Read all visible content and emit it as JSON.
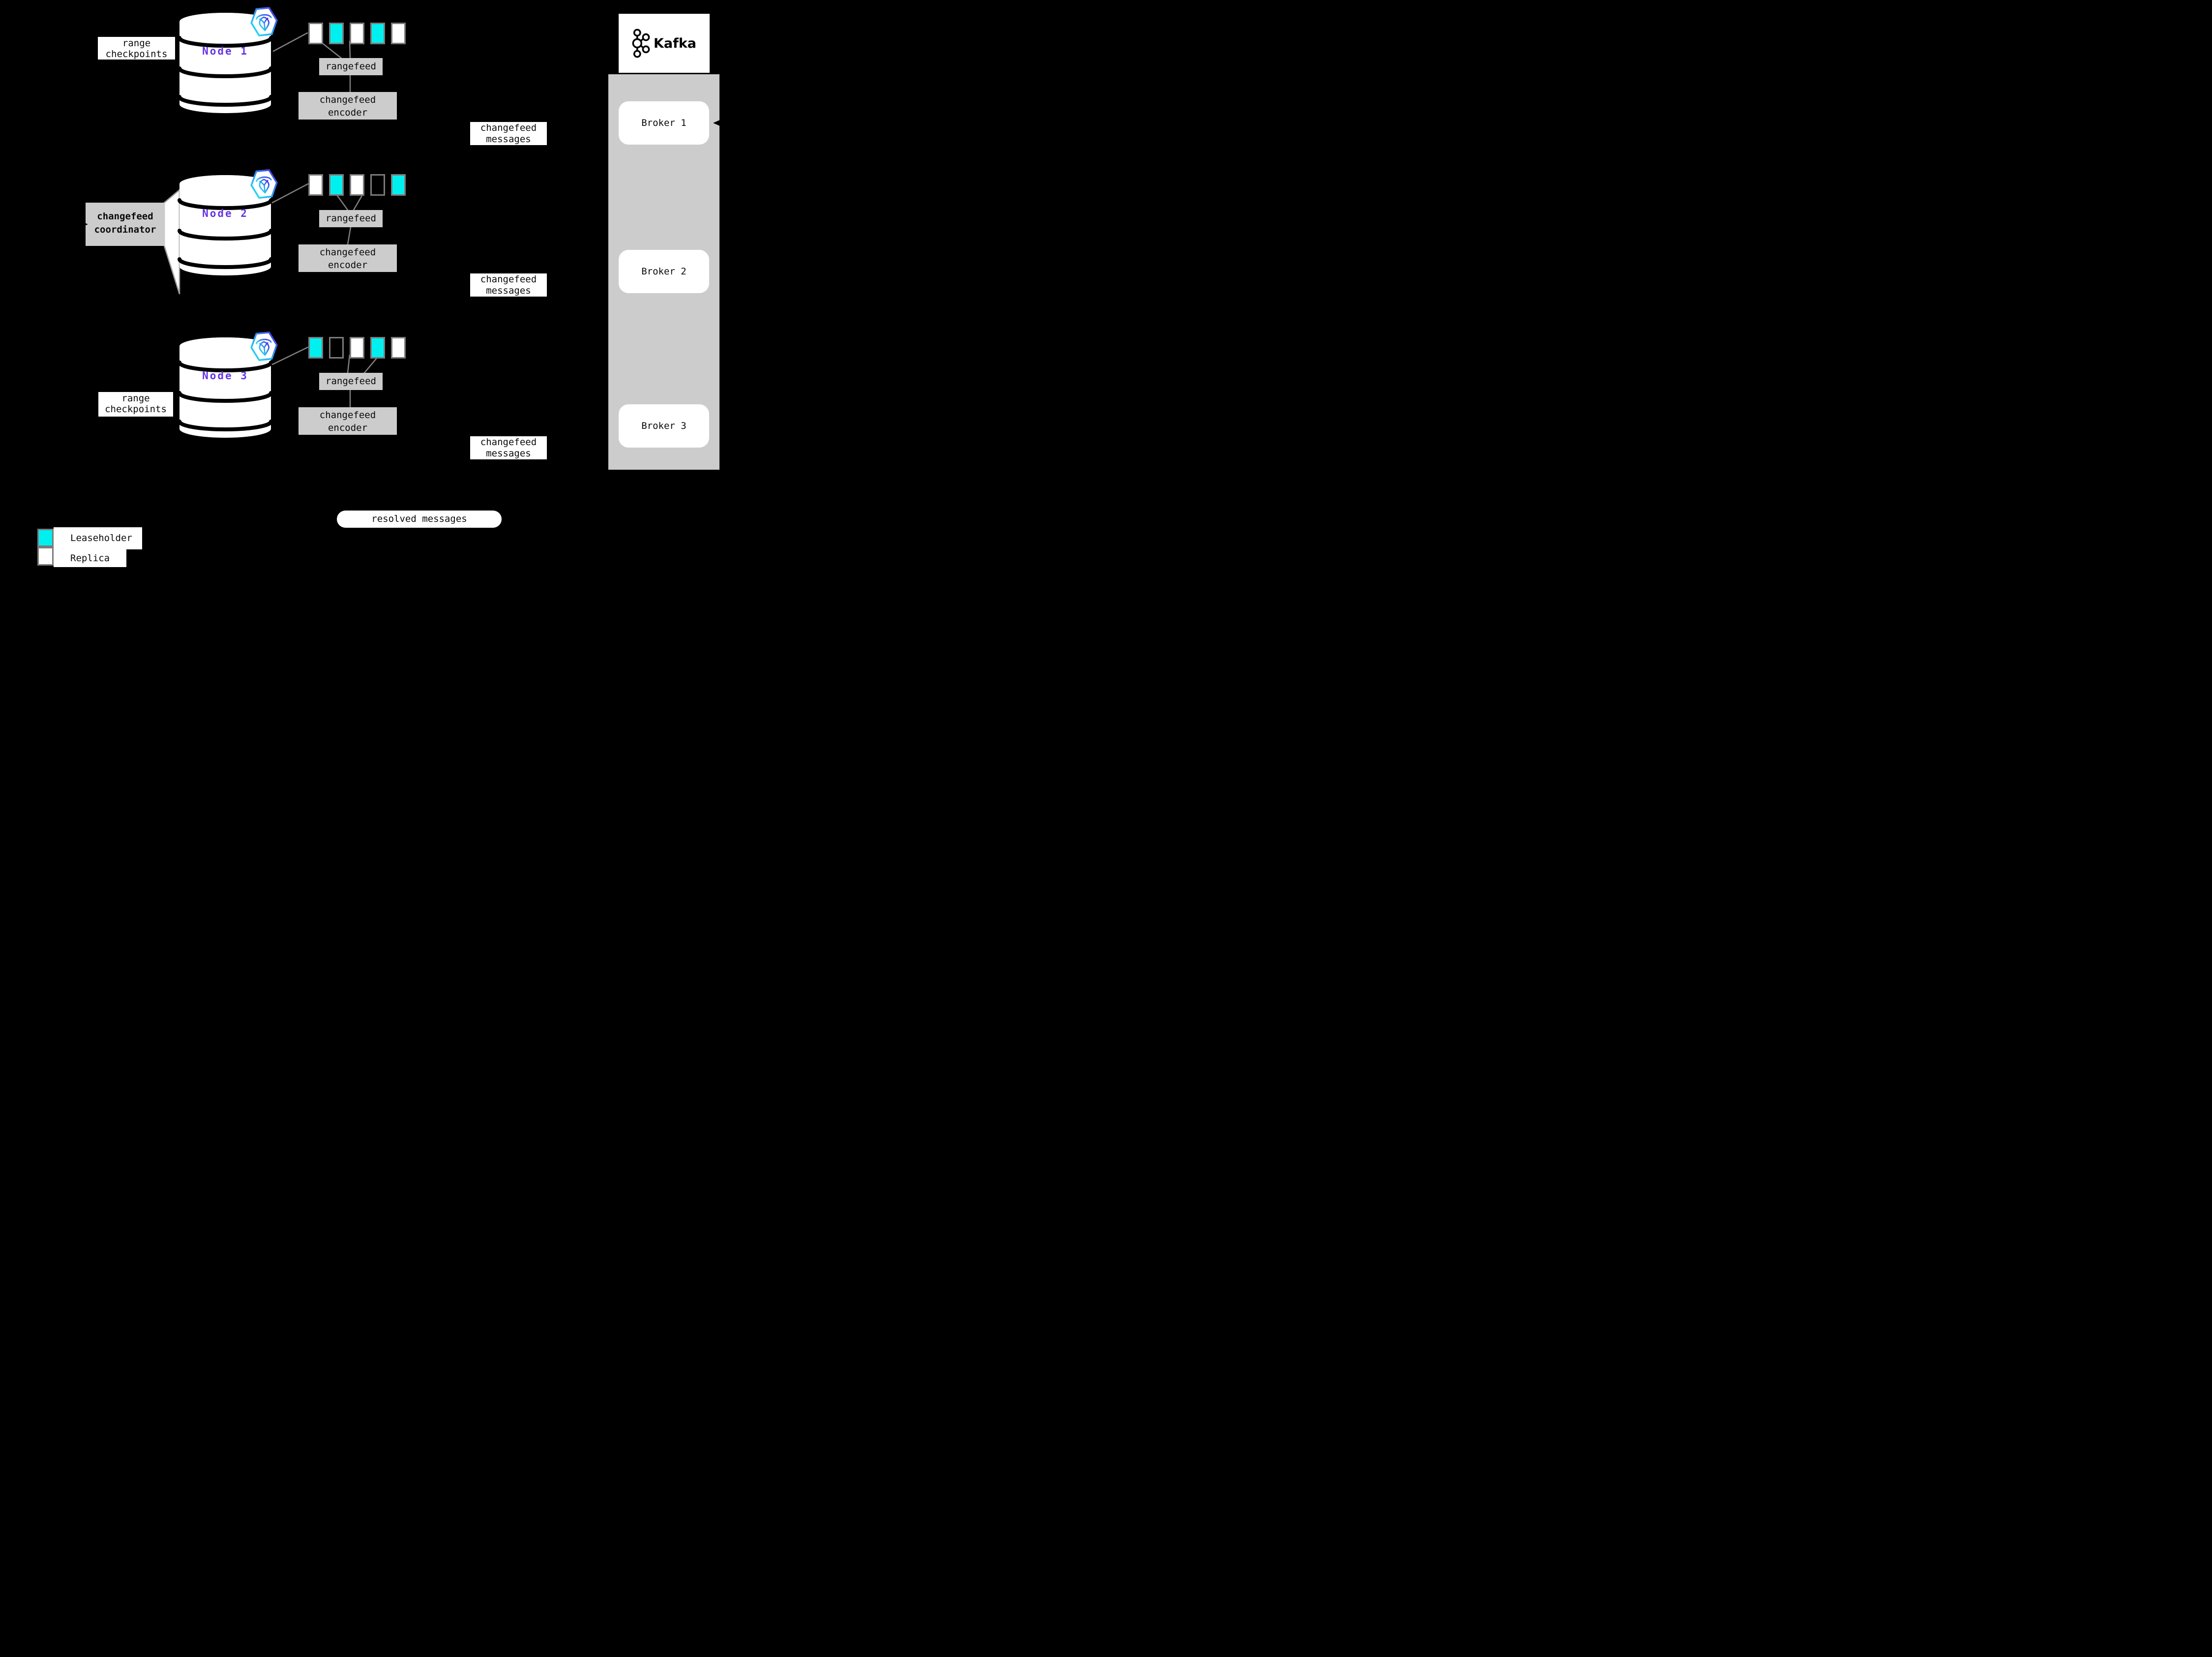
{
  "nodes": [
    {
      "name": "Node 1",
      "checkpoint_label": {
        "line1": "range",
        "line2": "checkpoints"
      },
      "rangefeed_label": "rangefeed",
      "encoder": {
        "line1": "changefeed",
        "line2": "encoder"
      },
      "messages": {
        "line1": "changefeed",
        "line2": "messages"
      },
      "ranges": [
        "replica",
        "leaseholder",
        "replica",
        "leaseholder",
        "replica"
      ]
    },
    {
      "name": "Node 2",
      "rangefeed_label": "rangefeed",
      "encoder": {
        "line1": "changefeed",
        "line2": "encoder"
      },
      "messages": {
        "line1": "changefeed",
        "line2": "messages"
      },
      "ranges": [
        "replica",
        "leaseholder",
        "replica",
        "empty",
        "leaseholder"
      ]
    },
    {
      "name": "Node 3",
      "checkpoint_label": {
        "line1": "range",
        "line2": "checkpoints"
      },
      "rangefeed_label": "rangefeed",
      "encoder": {
        "line1": "changefeed",
        "line2": "encoder"
      },
      "messages": {
        "line1": "changefeed",
        "line2": "messages"
      },
      "ranges": [
        "leaseholder",
        "empty",
        "replica",
        "leaseholder",
        "replica"
      ]
    }
  ],
  "coordinator": {
    "line1": "changefeed",
    "line2": "coordinator"
  },
  "kafka": {
    "brand": "Kafka",
    "brokers": [
      {
        "label": "Broker 1"
      },
      {
        "label": "Broker 2"
      },
      {
        "label": "Broker 3"
      }
    ]
  },
  "resolved_pill": {
    "label": "resolved messages"
  },
  "legend": {
    "entries": [
      {
        "label": "Leaseholder",
        "type": "leaseholder"
      },
      {
        "label": "Replica",
        "type": "replica"
      }
    ]
  },
  "colors": {
    "background": "#000000",
    "leaseholder_cyan": "#00f0f0",
    "replica_white": "#ffffff",
    "box_gray": "#cccccc",
    "line_gray": "#808080",
    "node_purple": "#6733e6",
    "badge_gradient_start": "#24e3f2",
    "badge_gradient_end": "#4a2fe8"
  }
}
